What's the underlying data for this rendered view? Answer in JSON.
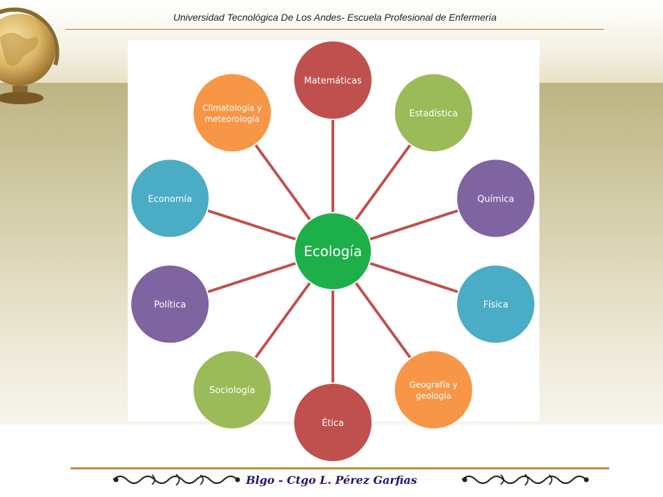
{
  "header": {
    "text": "Universidad Tecnológica De Los Andes- Escuela Profesional de Enfermería"
  },
  "diagram": {
    "center": {
      "label": "Ecología",
      "color": "#1db04a"
    },
    "connector_color": "#c0504d",
    "nodes": [
      {
        "label": "Matemáticas",
        "color": "#c0504d"
      },
      {
        "label": "Estadística",
        "color": "#9bbb59"
      },
      {
        "label": "Química",
        "color": "#8064a2"
      },
      {
        "label": "Física",
        "color": "#4bacc6"
      },
      {
        "label": "Geografía y geología",
        "color": "#f79646"
      },
      {
        "label": "Ética",
        "color": "#c0504d"
      },
      {
        "label": "Sociología",
        "color": "#9bbb59"
      },
      {
        "label": "Política",
        "color": "#8064a2"
      },
      {
        "label": "Economía",
        "color": "#4bacc6"
      },
      {
        "label": "Climatología y meteorología",
        "color": "#f79646"
      }
    ]
  },
  "footer": {
    "text": "Blgo - Ctgo L. Pérez Garfias"
  }
}
